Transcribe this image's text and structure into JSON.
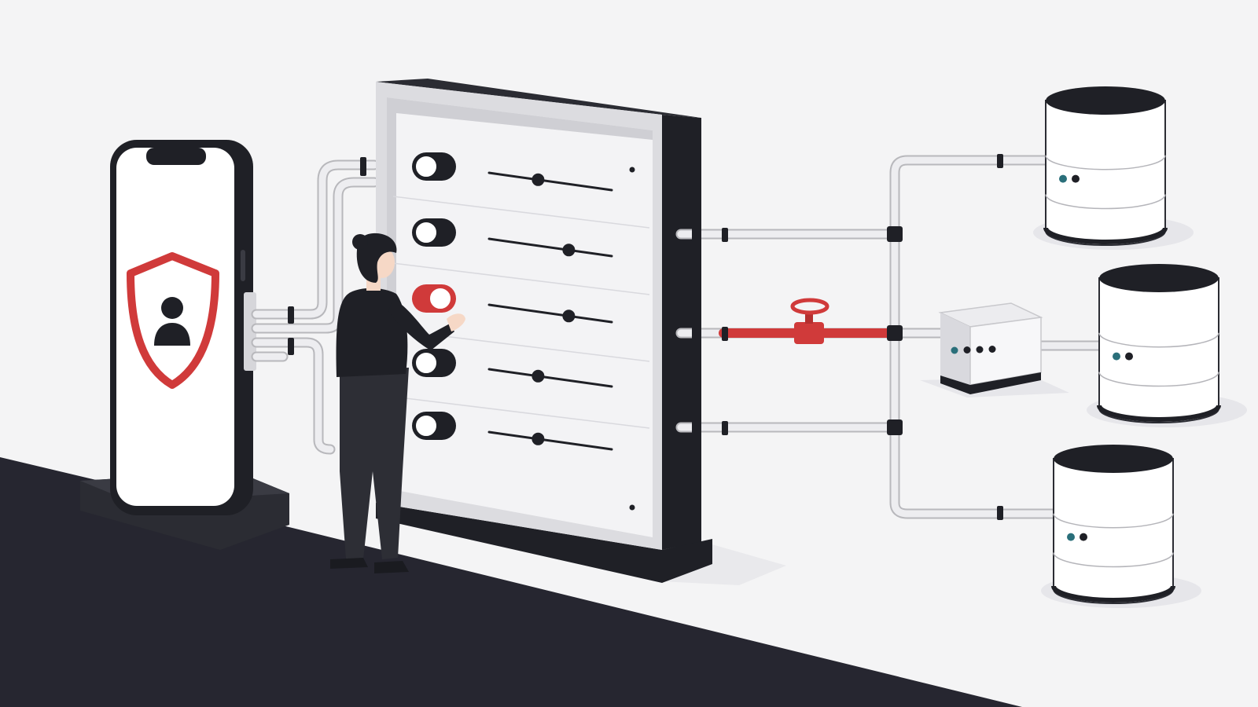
{
  "colors": {
    "background": "#f4f4f5",
    "floor": "#262630",
    "accent": "#d03a3a",
    "dark": "#1f2026",
    "pipe": "#e6e6ea",
    "panel": "#f3f3f5"
  },
  "scene": {
    "phone": {
      "icon": "shield-user-icon"
    },
    "control_panel": {
      "rows": [
        {
          "toggle_on": false,
          "slider_level": 0.4
        },
        {
          "toggle_on": false,
          "slider_level": 0.65
        },
        {
          "toggle_on": true,
          "slider_level": 0.65
        },
        {
          "toggle_on": false,
          "slider_level": 0.4
        },
        {
          "toggle_on": false,
          "slider_level": 0.4
        }
      ]
    },
    "red_line": {
      "icon": "valve-icon"
    },
    "databases": [
      {
        "icon": "database-icon",
        "indicator_dots": 2
      },
      {
        "icon": "database-icon",
        "indicator_dots": 2
      },
      {
        "icon": "database-icon",
        "indicator_dots": 2
      }
    ],
    "filter_box": {
      "icon": "filter-box-icon",
      "indicator_dots": 4
    }
  }
}
